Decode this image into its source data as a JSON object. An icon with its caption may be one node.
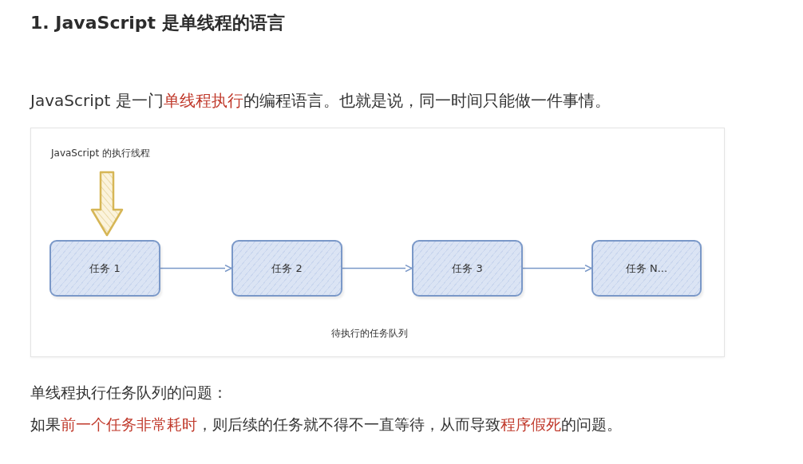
{
  "diagram": {
    "title": "1. JavaScript 是单线程的语言",
    "nodes": [
      {
        "text": [
          "JavaScript 的执行线程"
        ]
      },
      {
        "text": [
          "任务 1"
        ]
      },
      {
        "text": [
          "任务 2"
        ]
      },
      {
        "text": [
          "任务 3"
        ]
      },
      {
        "text": [
          "任务 N..."
        ]
      }
    ],
    "edges": [
      {
        "from": 0,
        "to": 1,
        "arrow": "to",
        "style": "thick",
        "color": "#d6b656"
      },
      {
        "from": 1,
        "to": 2,
        "arrow": "to"
      },
      {
        "from": 2,
        "to": 3,
        "arrow": "to"
      },
      {
        "from": 3,
        "to": 4,
        "arrow": "to"
      }
    ],
    "labels": [
      "JavaScript 是一门**单线程执行**的编程语言。也就是说，同一时间只能做一件事情。",
      "待执行的任务队列",
      "单线程执行任务队列的问题：",
      "如果**前一个任务非常耗时**，则后续的任务就不得不一直等待，从而导致**程序假死**的问题。"
    ]
  }
}
